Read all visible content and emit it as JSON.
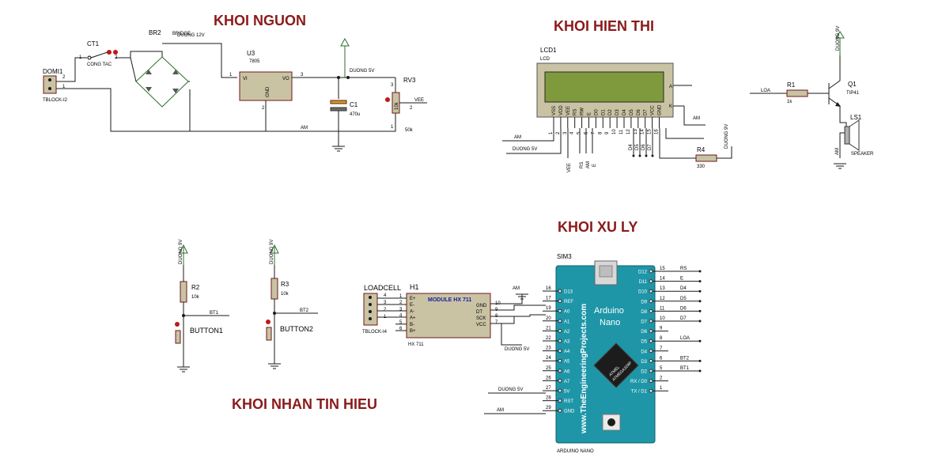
{
  "blocks": {
    "power": "KHOI NGUON",
    "display": "KHOI HIEN THI",
    "processing": "KHOI XU LY",
    "input": "KHOI NHAN TIN HIEU"
  },
  "power": {
    "connector_ref": "DOMI1",
    "connector_type": "TBLOCK-I2",
    "connector_pins": [
      "2",
      "1"
    ],
    "switch_ref": "CT1",
    "switch_label": "CONG TAC",
    "switch_pins": [
      "1",
      "2"
    ],
    "bridge_ref": "BR2",
    "bridge_type": "BRIDGE",
    "bridge_net": "DUONG 12V",
    "reg_ref": "U3",
    "reg_type": "7805",
    "reg_vi": "VI",
    "reg_vo": "VO",
    "reg_gnd": "GND",
    "reg_pin_in": "1",
    "reg_pin_out": "3",
    "reg_pin_gnd": "2",
    "net_5v": "DUONG 5V",
    "cap_ref": "C1",
    "cap_value": "470u",
    "pot_ref": "RV3",
    "pot_value": "50k",
    "pot_body": "10k",
    "pot_pins": [
      "3",
      "2",
      "1"
    ],
    "pot_net": "VEE",
    "am_net": "AM"
  },
  "display": {
    "lcd_ref": "LCD1",
    "lcd_type": "LCD",
    "pin_names": [
      "VSS",
      "VDD",
      "VEE",
      "RS",
      "RW",
      "E",
      "D0",
      "D1",
      "D2",
      "D3",
      "D4",
      "D5",
      "D6",
      "D7",
      "VCC",
      "GND"
    ],
    "pin_numbers": [
      "1",
      "2",
      "3",
      "4",
      "5",
      "6",
      "7",
      "8",
      "9",
      "10",
      "11",
      "12",
      "13",
      "14",
      "15",
      "16"
    ],
    "side_a": "A",
    "side_k": "K",
    "net_am": "AM",
    "net_5v": "DUONG 5V",
    "net_vee": "VEE",
    "net_rs": "RS",
    "net_am2": "AM",
    "net_e": "E",
    "net_d4": "D4",
    "net_d5": "D5",
    "net_d6": "D6",
    "net_d7": "D7",
    "net_am3": "AM",
    "net_9v": "DUONG 9V",
    "r4_ref": "R4",
    "r4_value": "330",
    "net_loa": "LOA",
    "r1_ref": "R1",
    "r1_value": "1k",
    "q_ref": "Q1",
    "q_type": "TIP41",
    "spk_ref": "LS1",
    "spk_type": "SPEAKER",
    "net_9v_top": "DUONG 9V",
    "net_am_spk": "AM"
  },
  "input": {
    "net_9v_1": "DUONG 9V",
    "r2_ref": "R2",
    "r2_value": "10k",
    "bt1_net": "BT1",
    "button1": "BUTTON1",
    "net_9v_2": "DUONG 9V",
    "r3_ref": "R3",
    "r3_value": "10k",
    "bt2_net": "BT2",
    "button2": "BUTTON2",
    "loadcell_ref": "LOADCELL",
    "loadcell_type": "TBLOCK-I4",
    "loadcell_pins": [
      "4",
      "3",
      "2",
      "1"
    ],
    "hx_ref": "H1",
    "hx_title": "MODULE HX 711",
    "hx_type": "HX 711",
    "hx_left_names": [
      "E+",
      "E-",
      "A-",
      "A+",
      "B-",
      "B+"
    ],
    "hx_left_nums": [
      "1",
      "2",
      "3",
      "4",
      "5",
      "6"
    ],
    "hx_right_names": [
      "GND",
      "DT",
      "SCK",
      "VCC"
    ],
    "hx_right_nums": [
      "10",
      "9",
      "8",
      "7"
    ],
    "net_am": "AM",
    "net_5v": "DUONG 5V"
  },
  "arduino": {
    "ref": "SIM3",
    "title_line1": "Arduino",
    "title_line2": "Nano",
    "website": "www.TheEngineeringProjects.com",
    "chip_line1": "ATMEL",
    "chip_line2": "ATMEGA328P",
    "footer": "ARDUINO NANO",
    "left_names": [
      "D13",
      "REF",
      "A0",
      "A1",
      "A2",
      "A3",
      "A4",
      "A5",
      "A6",
      "A7",
      "5V",
      "RST",
      "GND"
    ],
    "left_nums": [
      "16",
      "17",
      "19",
      "20",
      "21",
      "22",
      "23",
      "24",
      "25",
      "26",
      "27",
      "28",
      "29"
    ],
    "right_names": [
      "D12",
      "D11",
      "D10",
      "D9",
      "D8",
      "D7",
      "D6",
      "D5",
      "D4",
      "D3",
      "D2",
      "RX / D0",
      "TX / D1"
    ],
    "right_nums": [
      "15",
      "14",
      "13",
      "12",
      "11",
      "10",
      "9",
      "8",
      "7",
      "6",
      "5",
      "2",
      "1"
    ],
    "right_nets": [
      "RS",
      "E",
      "D4",
      "D5",
      "D6",
      "D7",
      "",
      "LOA",
      "",
      "BT2",
      "BT1",
      "",
      ""
    ],
    "net_5v": "DUONG 5V",
    "net_am": "AM"
  },
  "colors": {
    "title": "#8b1a1a",
    "arduino_board": "#1e96a8",
    "lcd_screen": "#7f9a3c",
    "component_fill": "#c9c3a4",
    "hx_text": "#1a1aa0",
    "pin_red": "#c01818"
  }
}
